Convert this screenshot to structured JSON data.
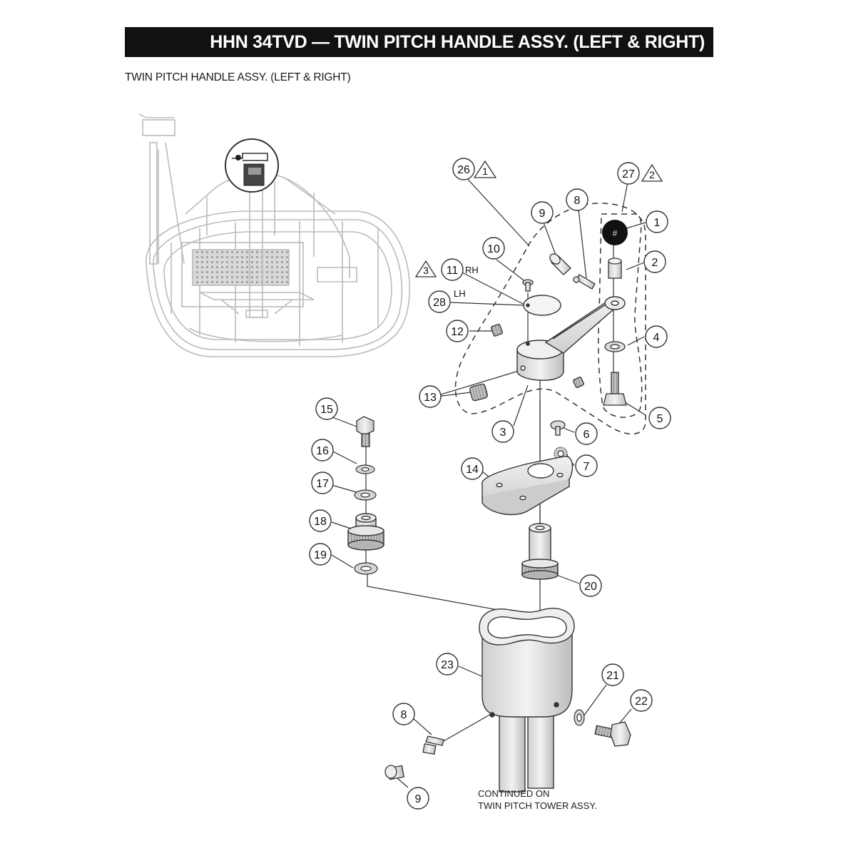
{
  "header": {
    "title": "HHN 34TVD — TWIN PITCH HANDLE ASSY. (LEFT & RIGHT)",
    "subtitle": "TWIN PITCH HANDLE ASSY. (LEFT & RIGHT)"
  },
  "callouts": [
    "26",
    "27",
    "1",
    "2",
    "3",
    "4",
    "5",
    "6",
    "7",
    "8",
    "9",
    "10",
    "11",
    "12",
    "13",
    "14",
    "15",
    "16",
    "17",
    "18",
    "19",
    "20",
    "21",
    "22",
    "23",
    "28",
    "8",
    "9"
  ],
  "revision_markers": [
    "1",
    "2",
    "3"
  ],
  "side_labels": {
    "rh": "RH",
    "lh": "LH"
  },
  "footnote": {
    "line1": "CONTINUED ON",
    "line2": "TWIN PITCH TOWER ASSY."
  },
  "colors": {
    "header_bg": "#111111",
    "line": "#333333",
    "part_fill": "#e6e6e6",
    "knob": "#111111"
  }
}
